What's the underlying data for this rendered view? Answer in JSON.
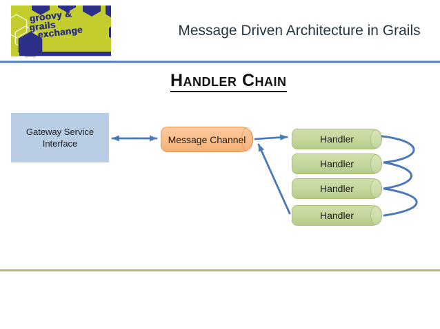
{
  "slide": {
    "title": "Message Driven Architecture in Grails",
    "heading": "Handler Chain"
  },
  "logo": {
    "line1": "groovy &",
    "line2": "grails",
    "line3": "exchange"
  },
  "diagram": {
    "gateway": {
      "label": "Gateway Service Interface"
    },
    "channel": {
      "label": "Message Channel"
    },
    "handlers": [
      {
        "label": "Handler"
      },
      {
        "label": "Handler"
      },
      {
        "label": "Handler"
      },
      {
        "label": "Handler"
      }
    ],
    "flow": "channel -> handler1 -> handler2 -> handler3 -> handler4 -> channel; gateway <-> channel"
  },
  "colors": {
    "accent_blue_arrow": "#4A79B6",
    "header_rule_blue": "#4F81BD",
    "gateway_fill": "#B9CDE5",
    "channel_fill": "#FAC090",
    "channel_border": "#E2975D",
    "handler_fill": "#C3D69B",
    "handler_border": "#A9C077",
    "footer_rule_tan": "#BEB383",
    "logo_green": "#C3CE2E",
    "logo_navy": "#2B2F85",
    "title_text": "#243642",
    "heading_text": "#111111"
  }
}
